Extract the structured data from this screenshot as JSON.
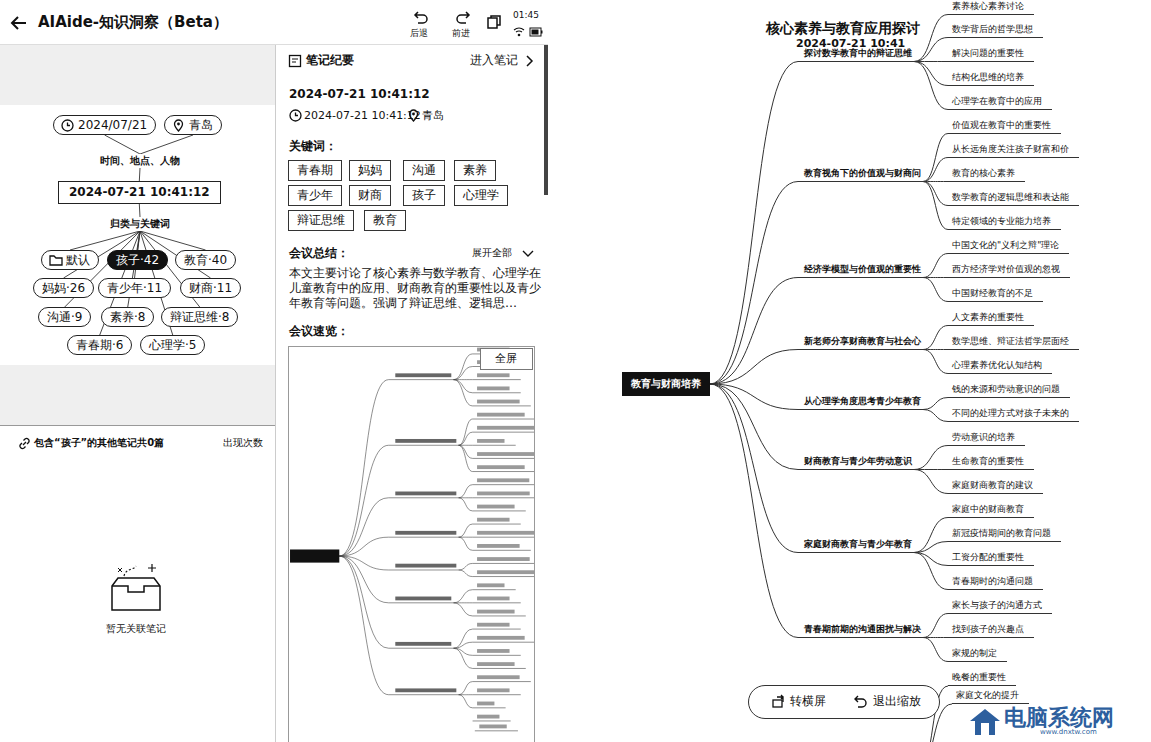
{
  "diagram": {
    "nodes": [
      {
        "text": [
          "2024/07/21"
        ]
      },
      {
        "text": [
          "青岛"
        ]
      },
      {
        "text": [
          "时间、地点、人物"
        ]
      },
      {
        "text": [
          "2024-07-21 10:41:12"
        ]
      },
      {
        "text": [
          "归类与关键词"
        ]
      },
      {
        "text": [
          "默认"
        ]
      },
      {
        "text": [
          "孩子·42"
        ]
      },
      {
        "text": [
          "教育·40"
        ]
      },
      {
        "text": [
          "妈妈·26"
        ]
      },
      {
        "text": [
          "青少年·11"
        ]
      },
      {
        "text": [
          "财商·11"
        ]
      },
      {
        "text": [
          "沟通·9"
        ]
      },
      {
        "text": [
          "素养·8"
        ]
      },
      {
        "text": [
          "辩证思维·8"
        ]
      },
      {
        "text": [
          "青春期·6"
        ]
      },
      {
        "text": [
          "心理学·5"
        ]
      },
      {
        "text": [
          "青春期"
        ]
      },
      {
        "text": [
          "妈妈"
        ]
      },
      {
        "text": [
          "沟通"
        ]
      },
      {
        "text": [
          "素养"
        ]
      },
      {
        "text": [
          "青少年"
        ]
      },
      {
        "text": [
          "财商"
        ]
      },
      {
        "text": [
          "孩子"
        ]
      },
      {
        "text": [
          "心理学"
        ]
      },
      {
        "text": [
          "辩证思维"
        ]
      },
      {
        "text": [
          "教育"
        ]
      },
      {
        "text": [
          "教育与财商培养"
        ]
      },
      {
        "text": [
          "探讨数学教育中的辩证思维"
        ]
      },
      {
        "text": [
          "素养核心素养讨论"
        ]
      },
      {
        "text": [
          "数学背后的哲学思想"
        ]
      },
      {
        "text": [
          "解决问题的重要性"
        ]
      },
      {
        "text": [
          "结构化思维的培养"
        ]
      },
      {
        "text": [
          "心理学在教育中的应用"
        ]
      },
      {
        "text": [
          "教育视角下的价值观与财商问"
        ]
      },
      {
        "text": [
          "价值观在教育中的重要性"
        ]
      },
      {
        "text": [
          "从长远角度关注孩子财富和价"
        ]
      },
      {
        "text": [
          "教育的核心素养"
        ]
      },
      {
        "text": [
          "数学教育的逻辑思维和表达能"
        ]
      },
      {
        "text": [
          "特定领域的专业能力培养"
        ]
      },
      {
        "text": [
          "经济学模型与价值观的重要性"
        ]
      },
      {
        "text": [
          "中国文化的\"义利之辩\"理论"
        ]
      },
      {
        "text": [
          "西方经济学对价值观的忽视"
        ]
      },
      {
        "text": [
          "中国财经教育的不足"
        ]
      },
      {
        "text": [
          "新老师分享财商教育与社会心"
        ]
      },
      {
        "text": [
          "人文素养的重要性"
        ]
      },
      {
        "text": [
          "数学思维、辩证法哲学层面经"
        ]
      },
      {
        "text": [
          "心理素养优化认知结构"
        ]
      },
      {
        "text": [
          "从心理学角度思考青少年教育"
        ]
      },
      {
        "text": [
          "钱的来源和劳动意识的问题"
        ]
      },
      {
        "text": [
          "不同的处理方式对孩子未来的"
        ]
      },
      {
        "text": [
          "财商教育与青少年劳动意识"
        ]
      },
      {
        "text": [
          "劳动意识的培养"
        ]
      },
      {
        "text": [
          "生命教育的重要性"
        ]
      },
      {
        "text": [
          "家庭财商教育的建议"
        ]
      },
      {
        "text": [
          "家庭财商教育与青少年教育"
        ]
      },
      {
        "text": [
          "家庭中的财商教育"
        ]
      },
      {
        "text": [
          "新冠疫情期间的教育问题"
        ]
      },
      {
        "text": [
          "工资分配的重要性"
        ]
      },
      {
        "text": [
          "青春期时的沟通问题"
        ]
      },
      {
        "text": [
          "青春期前期的沟通困扰与解决"
        ]
      },
      {
        "text": [
          "家长与孩子的沟通方式"
        ]
      },
      {
        "text": [
          "找到孩子的兴趣点"
        ]
      },
      {
        "text": [
          "家规的制定"
        ]
      },
      {
        "text": [
          "晚餐的重要性"
        ]
      },
      {
        "text": [
          "家庭文化的提升"
        ]
      }
    ],
    "edges": [
      {
        "from": 0,
        "to": 2,
        "arrow": "none"
      },
      {
        "from": 1,
        "to": 2,
        "arrow": "none"
      },
      {
        "from": 2,
        "to": 3,
        "arrow": "none"
      },
      {
        "from": 3,
        "to": 4,
        "arrow": "none"
      },
      {
        "from": 4,
        "to": 5,
        "arrow": "none"
      },
      {
        "from": 4,
        "to": 6,
        "arrow": "none"
      },
      {
        "from": 4,
        "to": 7,
        "arrow": "none"
      },
      {
        "from": 4,
        "to": 8,
        "arrow": "none"
      },
      {
        "from": 4,
        "to": 9,
        "arrow": "none"
      },
      {
        "from": 4,
        "to": 10,
        "arrow": "none"
      },
      {
        "from": 4,
        "to": 11,
        "arrow": "none"
      },
      {
        "from": 4,
        "to": 12,
        "arrow": "none"
      },
      {
        "from": 4,
        "to": 13,
        "arrow": "none"
      },
      {
        "from": 4,
        "to": 14,
        "arrow": "none"
      },
      {
        "from": 4,
        "to": 15,
        "arrow": "none"
      },
      {
        "from": 26,
        "to": 27,
        "arrow": "none"
      },
      {
        "from": 26,
        "to": 33,
        "arrow": "none"
      },
      {
        "from": 26,
        "to": 39,
        "arrow": "none"
      },
      {
        "from": 26,
        "to": 43,
        "arrow": "none"
      },
      {
        "from": 26,
        "to": 47,
        "arrow": "none"
      },
      {
        "from": 26,
        "to": 50,
        "arrow": "none"
      },
      {
        "from": 26,
        "to": 54,
        "arrow": "none"
      },
      {
        "from": 26,
        "to": 59,
        "arrow": "none"
      },
      {
        "from": 27,
        "to": 28,
        "arrow": "none"
      },
      {
        "from": 27,
        "to": 29,
        "arrow": "none"
      },
      {
        "from": 27,
        "to": 30,
        "arrow": "none"
      },
      {
        "from": 27,
        "to": 31,
        "arrow": "none"
      },
      {
        "from": 27,
        "to": 32,
        "arrow": "none"
      },
      {
        "from": 33,
        "to": 34,
        "arrow": "none"
      },
      {
        "from": 33,
        "to": 35,
        "arrow": "none"
      },
      {
        "from": 33,
        "to": 36,
        "arrow": "none"
      },
      {
        "from": 33,
        "to": 37,
        "arrow": "none"
      },
      {
        "from": 33,
        "to": 38,
        "arrow": "none"
      },
      {
        "from": 39,
        "to": 40,
        "arrow": "none"
      },
      {
        "from": 39,
        "to": 41,
        "arrow": "none"
      },
      {
        "from": 39,
        "to": 42,
        "arrow": "none"
      },
      {
        "from": 43,
        "to": 44,
        "arrow": "none"
      },
      {
        "from": 43,
        "to": 45,
        "arrow": "none"
      },
      {
        "from": 43,
        "to": 46,
        "arrow": "none"
      },
      {
        "from": 47,
        "to": 48,
        "arrow": "none"
      },
      {
        "from": 47,
        "to": 49,
        "arrow": "none"
      },
      {
        "from": 50,
        "to": 51,
        "arrow": "none"
      },
      {
        "from": 50,
        "to": 52,
        "arrow": "none"
      },
      {
        "from": 50,
        "to": 53,
        "arrow": "none"
      },
      {
        "from": 54,
        "to": 55,
        "arrow": "none"
      },
      {
        "from": 54,
        "to": 56,
        "arrow": "none"
      },
      {
        "from": 54,
        "to": 57,
        "arrow": "none"
      },
      {
        "from": 54,
        "to": 58,
        "arrow": "none"
      },
      {
        "from": 59,
        "to": 60,
        "arrow": "none"
      },
      {
        "from": 59,
        "to": 61,
        "arrow": "none"
      },
      {
        "from": 59,
        "to": 62,
        "arrow": "none"
      }
    ],
    "labels": [
      "AIAide-知识洞察（Beta）",
      "后退",
      "前进",
      "01:45",
      "包含“孩子”的其他笔记共0篇",
      "出现次数",
      "暂无关联笔记",
      "笔记纪要",
      "进入笔记",
      "2024-07-21 10:41:12",
      "2024-07-21 10:41:12",
      "青岛",
      "关键词：",
      "会议总结：",
      "展开全部",
      "本文主要讨论了核心素养与数学教育、心理学在儿童教育中的应用、财商教育的重要性以及青少年教育等问题。强调了辩证思维、逻辑思…",
      "会议速览：",
      "全屏",
      "核心素养与教育应用探讨",
      "2024-07-21 10:41",
      "转横屏",
      "退出缩放",
      "电脑系统网",
      "www.dnxtw.com"
    ]
  }
}
